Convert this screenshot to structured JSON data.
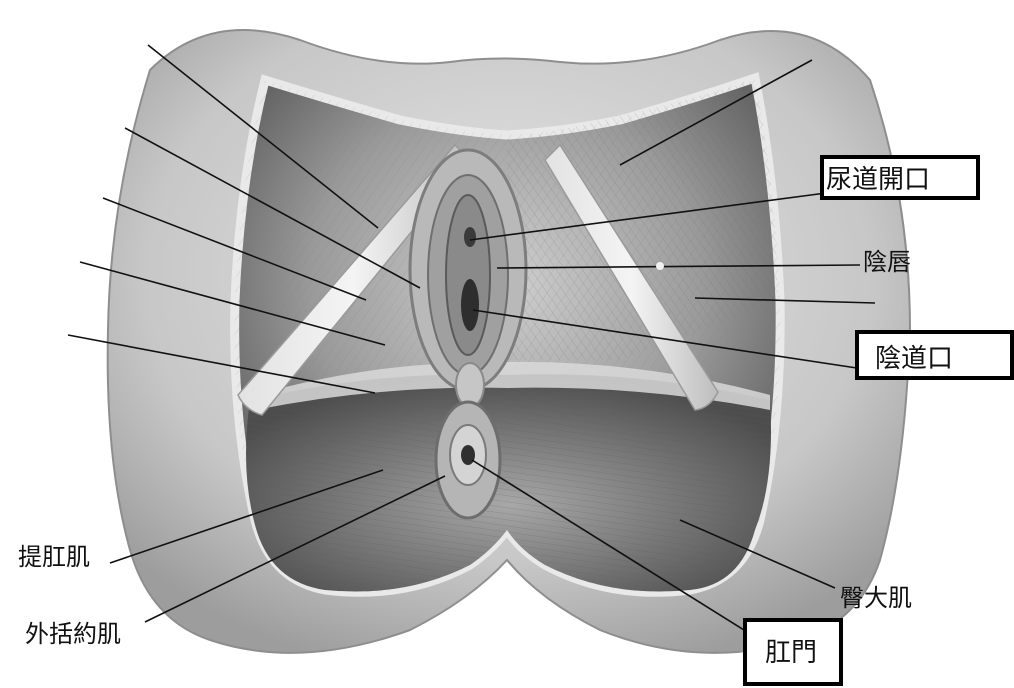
{
  "labels": {
    "urethral_opening": "尿道開口",
    "labia": "陰唇",
    "vaginal_opening": "陰道口",
    "levator_ani": "提肛肌",
    "external_sphincter": "外括約肌",
    "gluteus_maximus": "臀大肌",
    "anus": "肛門"
  },
  "colors": {
    "skin": "#c9c9c9",
    "muscle_light": "#b2b2b2",
    "muscle_dark": "#6f6f6f",
    "leader_line": "#111111",
    "box_border": "#000000"
  }
}
